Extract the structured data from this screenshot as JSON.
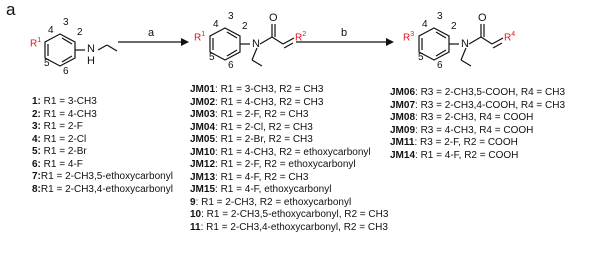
{
  "panel_label": "a",
  "reagents": {
    "a": "a",
    "b": "b"
  },
  "structure_labels": {
    "ring_numbers": [
      "3",
      "4",
      "2",
      "5",
      "6"
    ],
    "r1": "R",
    "r1_sup": "1",
    "nh": "N",
    "h": "H",
    "n": "N",
    "o": "O",
    "r2": "R",
    "r2_sup": "2",
    "r3": "R",
    "r3_sup": "3",
    "r4": "R",
    "r4_sup": "4"
  },
  "colors": {
    "accent": "#e0141e",
    "line": "#111111"
  },
  "starting_materials": [
    {
      "id": "1:",
      "text": " R1 = 3-CH3"
    },
    {
      "id": "2:",
      "text": " R1 = 4-CH3"
    },
    {
      "id": "3:",
      "text": " R1 = 2-F"
    },
    {
      "id": "4:",
      "text": " R1 = 2-Cl"
    },
    {
      "id": "5:",
      "text": " R1 = 2-Br"
    },
    {
      "id": "6:",
      "text": " R1 = 4-F"
    },
    {
      "id": "7:",
      "text": "R1 = 2-CH3,5-ethoxycarbonyl"
    },
    {
      "id": "8:",
      "text": "R1 = 2-CH3,4-ethoxycarbonyl"
    }
  ],
  "intermediates": [
    {
      "id": "JM01",
      "text": ": R1 = 3-CH3, R2 = CH3"
    },
    {
      "id": "JM02",
      "text": ": R1 = 4-CH3, R2 = CH3"
    },
    {
      "id": "JM03",
      "text": ": R1 = 2-F, R2 = CH3"
    },
    {
      "id": "JM04",
      "text": ": R1 = 2-Cl, R2 = CH3"
    },
    {
      "id": "JM05",
      "text": ": R1 = 2-Br, R2 = CH3"
    },
    {
      "id": "JM10",
      "text": ": R1 = 4-CH3, R2 = ethoxycarbonyl"
    },
    {
      "id": "JM12",
      "text": ": R1 = 2-F, R2 = ethoxycarbonyl"
    },
    {
      "id": "JM13",
      "text": ": R1 = 4-F, R2 = CH3"
    },
    {
      "id": "JM15",
      "text": ": R1 = 4-F, ethoxycarbonyl"
    },
    {
      "id": "9",
      "text": ": R1 = 2-CH3, R2 = ethoxycarbonyl"
    },
    {
      "id": "10",
      "text": ": R1 = 2-CH3,5-ethoxycarbonyl, R2 = CH3"
    },
    {
      "id": "11",
      "text": ": R1 = 2-CH3,4-ethoxycarbonyl, R2 = CH3"
    }
  ],
  "products": [
    {
      "id": "JM06",
      "text": ": R3 = 2-CH3,5-COOH, R4 = CH3"
    },
    {
      "id": "JM07",
      "text": ": R3 = 2-CH3,4-COOH, R4 = CH3"
    },
    {
      "id": "JM08",
      "text": ": R3 = 2-CH3, R4 = COOH"
    },
    {
      "id": "JM09",
      "text": ": R3 = 4-CH3, R4 = COOH"
    },
    {
      "id": "JM11",
      "text": ": R3 = 2-F, R2 = COOH"
    },
    {
      "id": "JM14",
      "text": ": R1 = 4-F, R2 = COOH"
    }
  ]
}
